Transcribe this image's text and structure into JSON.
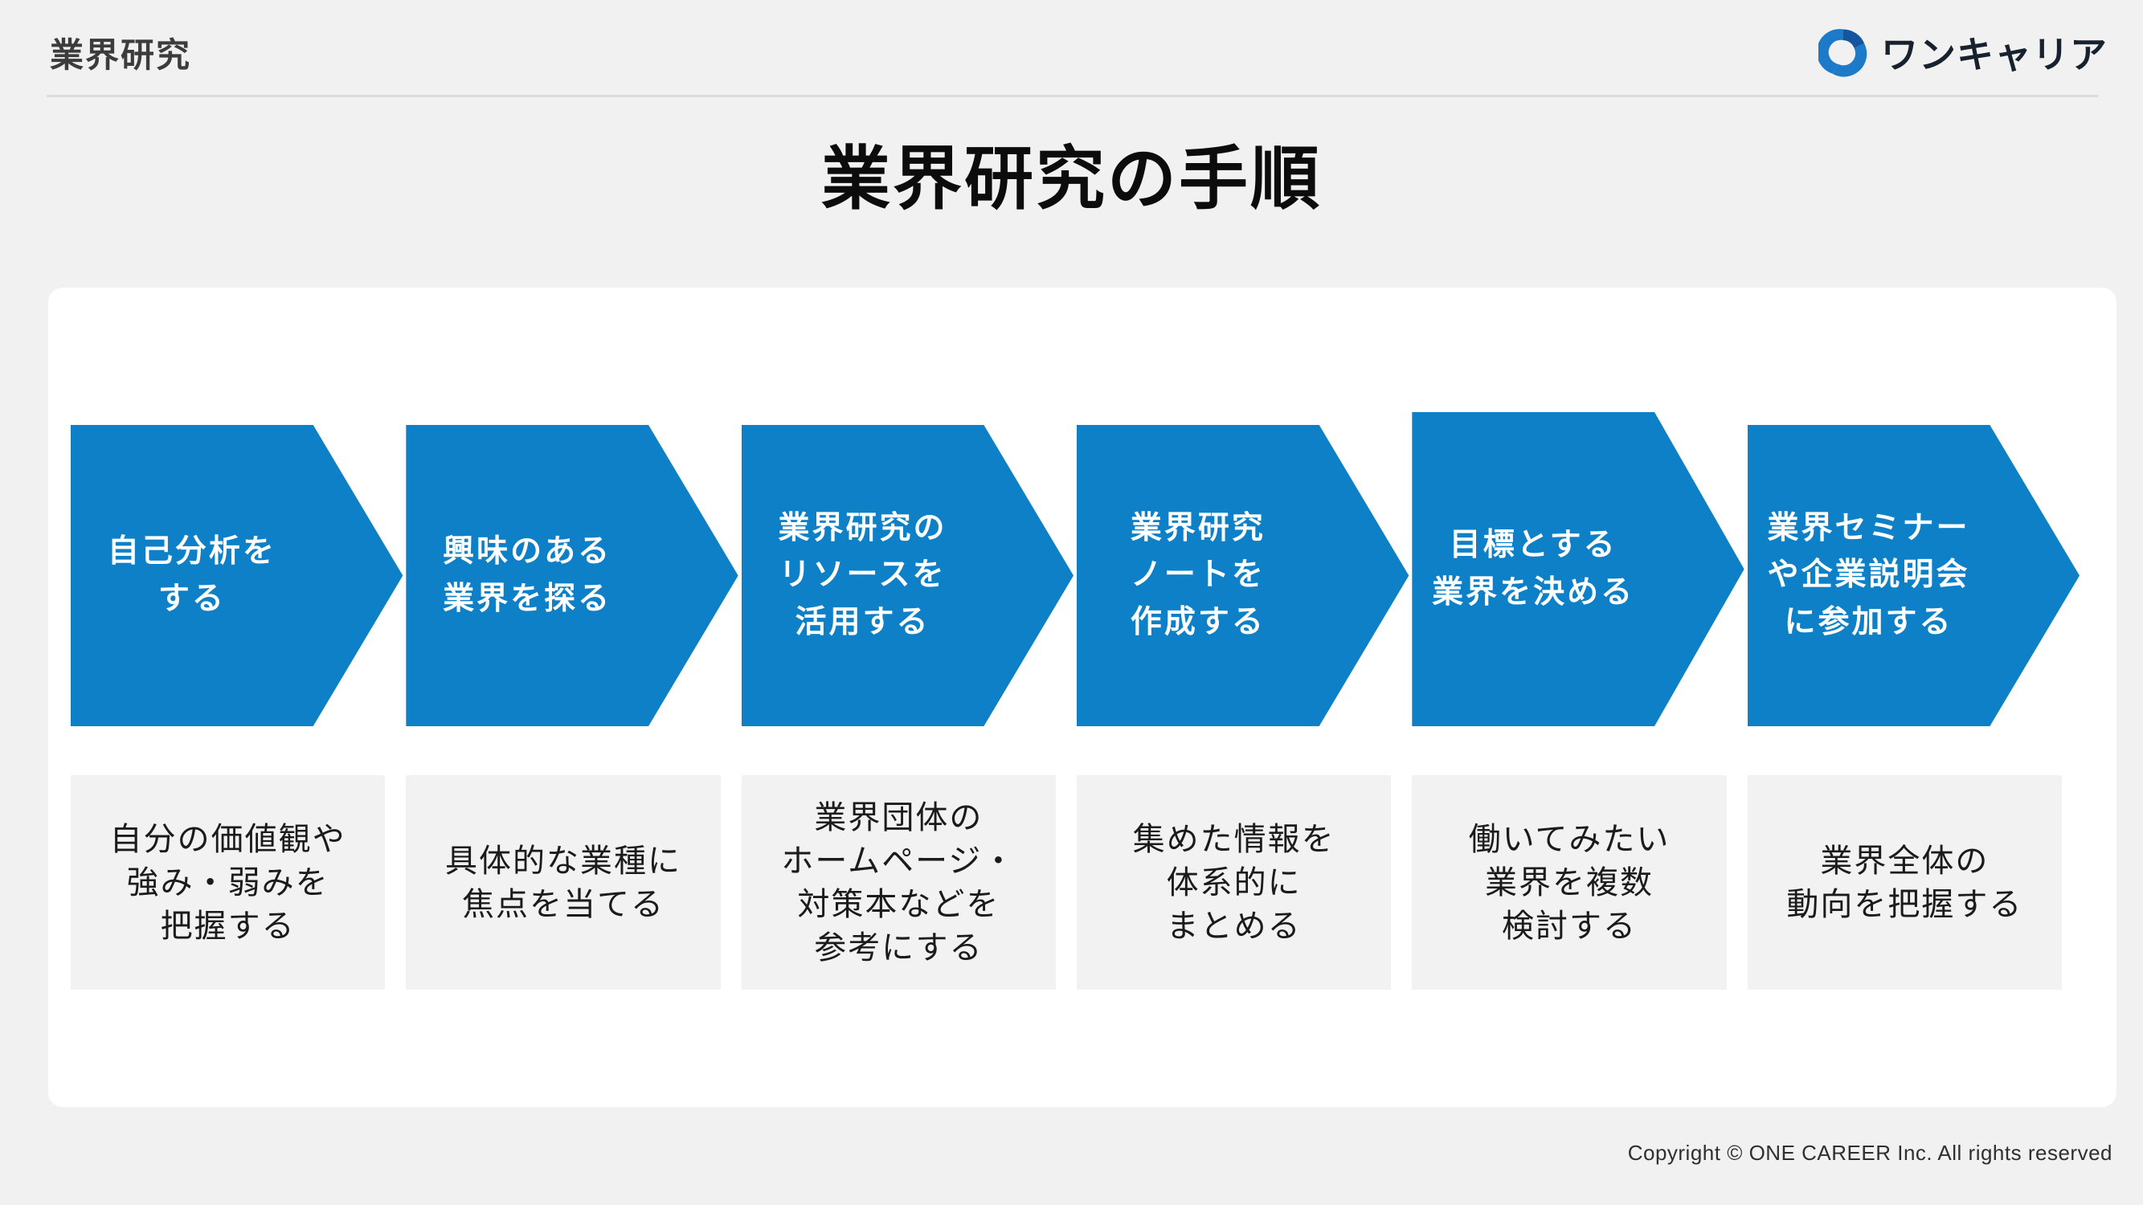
{
  "header": {
    "title": "業界研究"
  },
  "logo": {
    "brand": "ワンキャリア"
  },
  "main_title": "業界研究の手順",
  "steps": [
    {
      "arrow_label": "自己分析を\nする",
      "description": "自分の価値観や\n強み・弱みを\n把握する"
    },
    {
      "arrow_label": "興味のある\n業界を探る",
      "description": "具体的な業種に\n焦点を当てる"
    },
    {
      "arrow_label": "業界研究の\nリソースを\n活用する",
      "description": "業界団体の\nホームページ・\n対策本などを\n参考にする"
    },
    {
      "arrow_label": "業界研究\nノートを\n作成する",
      "description": "集めた情報を\n体系的に\nまとめる"
    },
    {
      "arrow_label": "目標とする\n業界を決める",
      "description": "働いてみたい\n業界を複数\n検討する"
    },
    {
      "arrow_label": "業界セミナー\nや企業説明会\nに参加する",
      "description": "業界全体の\n動向を把握する"
    }
  ],
  "footer": {
    "copyright": "Copyright © ONE CAREER Inc. All rights reserved"
  },
  "colors": {
    "accent_blue": "#0d80c8",
    "logo_blue": "#1c7ac9",
    "logo_navy": "#15549e",
    "page_bg": "#f1f1f2",
    "box_gray": "#f2f2f3"
  }
}
